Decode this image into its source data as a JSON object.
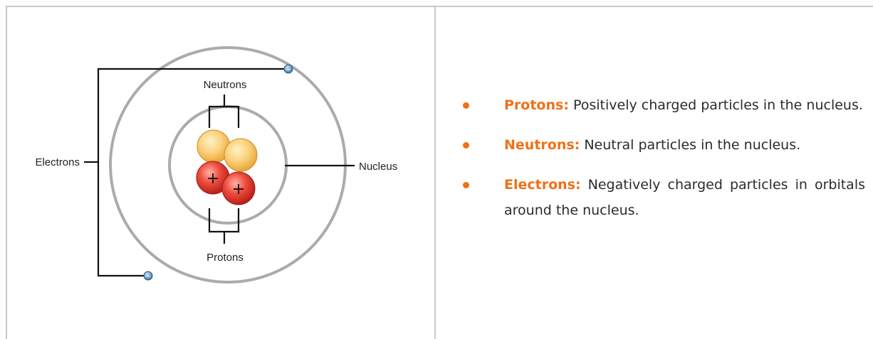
{
  "diagram": {
    "labels": {
      "neutrons": "Neutrons",
      "protons": "Protons",
      "electrons": "Electrons",
      "nucleus": "Nucleus"
    },
    "charge_symbols": {
      "proton": "+",
      "electron": "−"
    }
  },
  "legend": {
    "items": [
      {
        "term": "Protons:",
        "description": "Positively charged particles in the nucleus."
      },
      {
        "term": "Neutrons:",
        "description": "Neutral particles in the nucleus."
      },
      {
        "term": "Electrons:",
        "description": "Negatively charged particles in orbitals around the nucleus."
      }
    ]
  },
  "colors": {
    "accent": "#f07017",
    "frame": "#c8c8c8",
    "orbit": "#ababab",
    "neutron": "#f7c05a",
    "proton": "#e0322a",
    "electron": "#4a84b4"
  }
}
